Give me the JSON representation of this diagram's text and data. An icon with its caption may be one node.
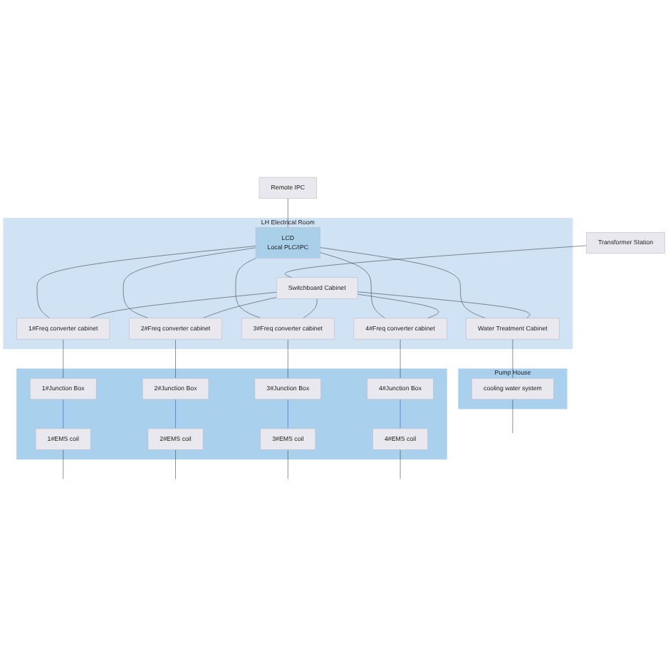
{
  "diagram": {
    "nodes": [
      {
        "text": [
          "Transformer Station"
        ]
      },
      {
        "text": [
          "Remote IPC"
        ]
      },
      {
        "text": [
          "LH Electrical Room"
        ]
      },
      {
        "text": [
          "LCD",
          "Local PLC/IPC"
        ],
        "in": 2
      },
      {
        "text": [
          "Switchboard Cabinet"
        ],
        "in": 2
      },
      {
        "text": [
          "1#Freq converter cabinet"
        ],
        "in": 2
      },
      {
        "text": [
          "2#Freq converter cabinet"
        ],
        "in": 2
      },
      {
        "text": [
          "3#Freq converter cabinet"
        ],
        "in": 2
      },
      {
        "text": [
          "4#Freq converter cabinet"
        ],
        "in": 2
      },
      {
        "text": [
          "Water Treatment Cabinet"
        ],
        "in": 2
      },
      {
        "text": [],
        "shape": "box"
      },
      {
        "text": [
          "1#Junction Box"
        ],
        "in": 10
      },
      {
        "text": [
          "2#Junction Box"
        ],
        "in": 10
      },
      {
        "text": [
          "3#Junction Box"
        ],
        "in": 10
      },
      {
        "text": [
          "4#Junction Box"
        ],
        "in": 10
      },
      {
        "text": [
          "1#EMS coil"
        ],
        "in": 10
      },
      {
        "text": [
          "2#EMS coil"
        ],
        "in": 10
      },
      {
        "text": [
          "3#EMS coil"
        ],
        "in": 10
      },
      {
        "text": [
          "4#EMS coil"
        ],
        "in": 10
      },
      {
        "text": [
          "Pump House"
        ]
      },
      {
        "text": [
          "cooling water system"
        ],
        "in": 19
      }
    ],
    "edges": [
      {
        "from": 0,
        "to": 4,
        "arrow": "none"
      },
      {
        "from": 1,
        "to": 3,
        "arrow": "none"
      },
      {
        "from": 3,
        "to": 5,
        "arrow": "none"
      },
      {
        "from": 3,
        "to": 6,
        "arrow": "none"
      },
      {
        "from": 3,
        "to": 7,
        "arrow": "none"
      },
      {
        "from": 3,
        "to": 8,
        "arrow": "none"
      },
      {
        "from": 3,
        "to": 9,
        "arrow": "none"
      },
      {
        "from": 4,
        "to": 5,
        "arrow": "none"
      },
      {
        "from": 4,
        "to": 6,
        "arrow": "none"
      },
      {
        "from": 4,
        "to": 7,
        "arrow": "none"
      },
      {
        "from": 4,
        "to": 8,
        "arrow": "none"
      },
      {
        "from": 4,
        "to": 9,
        "arrow": "none"
      },
      {
        "from": 5,
        "to": 11,
        "arrow": "none"
      },
      {
        "from": 6,
        "to": 12,
        "arrow": "none"
      },
      {
        "from": 7,
        "to": 13,
        "arrow": "none"
      },
      {
        "from": 8,
        "to": 14,
        "arrow": "none"
      },
      {
        "from": 11,
        "to": 15,
        "arrow": "none",
        "color": "#3344cc"
      },
      {
        "from": 12,
        "to": 16,
        "arrow": "none",
        "color": "#3344cc"
      },
      {
        "from": 13,
        "to": 17,
        "arrow": "none",
        "color": "#3344cc"
      },
      {
        "from": 14,
        "to": 18,
        "arrow": "none",
        "color": "#3344cc"
      },
      {
        "from": 9,
        "to": 20,
        "arrow": "none"
      },
      {
        "from": 15,
        "to": null,
        "arrow": "none"
      },
      {
        "from": 16,
        "to": null,
        "arrow": "none"
      },
      {
        "from": 17,
        "to": null,
        "arrow": "none"
      },
      {
        "from": 18,
        "to": null,
        "arrow": "none"
      },
      {
        "from": 20,
        "to": null,
        "arrow": "none"
      }
    ]
  }
}
